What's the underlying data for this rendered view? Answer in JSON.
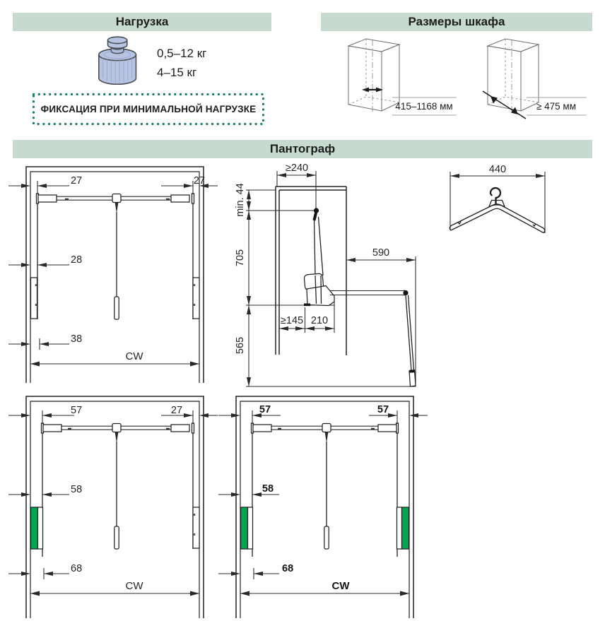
{
  "load": {
    "title": "Нагрузка",
    "range1": "0,5–12 кг",
    "range2": "4–15 кг",
    "note": "ФИКСАЦИЯ ПРИ МИНИМАЛЬНОЙ НАГРУЗКЕ"
  },
  "cabinet": {
    "title": "Размеры шкафа",
    "width_label": "415–1168 мм",
    "depth_label": "≥ 475 мм"
  },
  "pantograph": {
    "title": "Пантограф",
    "front1": {
      "top_left": "27",
      "top_right": "27",
      "mid_left": "28",
      "low_left": "38",
      "cw": "CW"
    },
    "side": {
      "depth": "≥240",
      "min44": "min. 44",
      "h705": "705",
      "w590": "590",
      "w145": "≥145",
      "w210": "210",
      "h565": "565"
    },
    "hanger": {
      "width": "440"
    },
    "front2": {
      "top_left": "57",
      "top_right": "27",
      "mid_left": "58",
      "low_left": "68",
      "cw": "CW"
    },
    "front3": {
      "top_left": "57",
      "top_right": "57",
      "mid_left": "58",
      "low_left": "68",
      "cw": "CW"
    }
  },
  "colors": {
    "header_bg": "#c6dacf",
    "note_border": "#1b7b6b",
    "green_unit": "#00a651"
  }
}
